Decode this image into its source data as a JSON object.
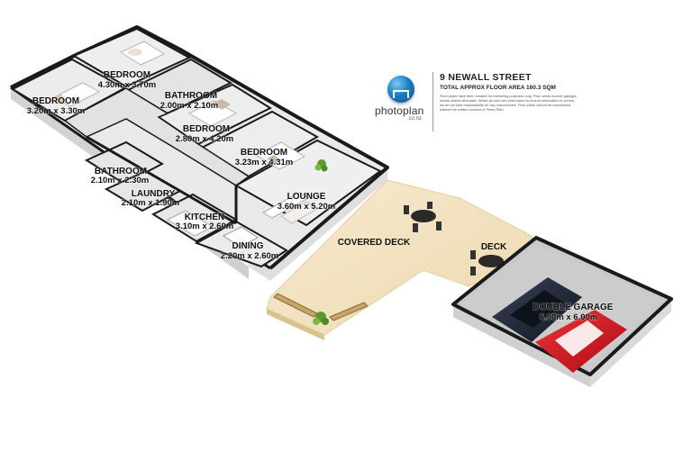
{
  "header": {
    "address": "9 NEWALL STREET",
    "area": "TOTAL APPROX FLOOR AREA 160.3 SQM",
    "disclaimer": "Floor plans have been created for marketing purposes only. Floor areas include garages unless stated otherwise. Whilst all care has been taken to ensure information is correct, we do not take responsibility for any inaccuracies. Floor plans cannot be reproduced without the written consent of Photo Plan."
  },
  "brand": {
    "name": "photoplan",
    "domain": ".co.nz",
    "logo_icon": "house-globe-icon",
    "color": "#1f7fc4"
  },
  "colors": {
    "wall": "#1a1a1a",
    "wall_side": "#d9d9d9",
    "floor": "#e6e6e6",
    "deck": "#f3e5c6",
    "garage_floor": "#c9c9c9",
    "car_red": "#d8151b",
    "car_dark": "#1e2433"
  },
  "rooms": [
    {
      "id": "bedroom-1",
      "name": "BEDROOM",
      "dimensions": "3.20m x 3.30m"
    },
    {
      "id": "bedroom-2",
      "name": "BEDROOM",
      "dimensions": "4.30m x 3.70m"
    },
    {
      "id": "bathroom-1",
      "name": "BATHROOM",
      "dimensions": "2.00m x 2.10m"
    },
    {
      "id": "bedroom-3",
      "name": "BEDROOM",
      "dimensions": "2.80m x 4.20m"
    },
    {
      "id": "bedroom-4",
      "name": "BEDROOM",
      "dimensions": "3.23m x 4.31m"
    },
    {
      "id": "bathroom-2",
      "name": "BATHROOM",
      "dimensions": "2.10m x 2.30m"
    },
    {
      "id": "laundry",
      "name": "LAUNDRY",
      "dimensions": "2.10m x 1.90m"
    },
    {
      "id": "kitchen",
      "name": "KITCHEN",
      "dimensions": "3.10m x 2.60m"
    },
    {
      "id": "dining",
      "name": "DINING",
      "dimensions": "2.20m x 2.60m"
    },
    {
      "id": "lounge",
      "name": "LOUNGE",
      "dimensions": "3.60m x 5.20m"
    },
    {
      "id": "garage",
      "name": "DOUBLE GARAGE",
      "dimensions": "6.00m x 6.00m"
    }
  ],
  "areas": [
    {
      "id": "covered-deck",
      "name": "COVERED DECK"
    },
    {
      "id": "deck",
      "name": "DECK"
    }
  ]
}
